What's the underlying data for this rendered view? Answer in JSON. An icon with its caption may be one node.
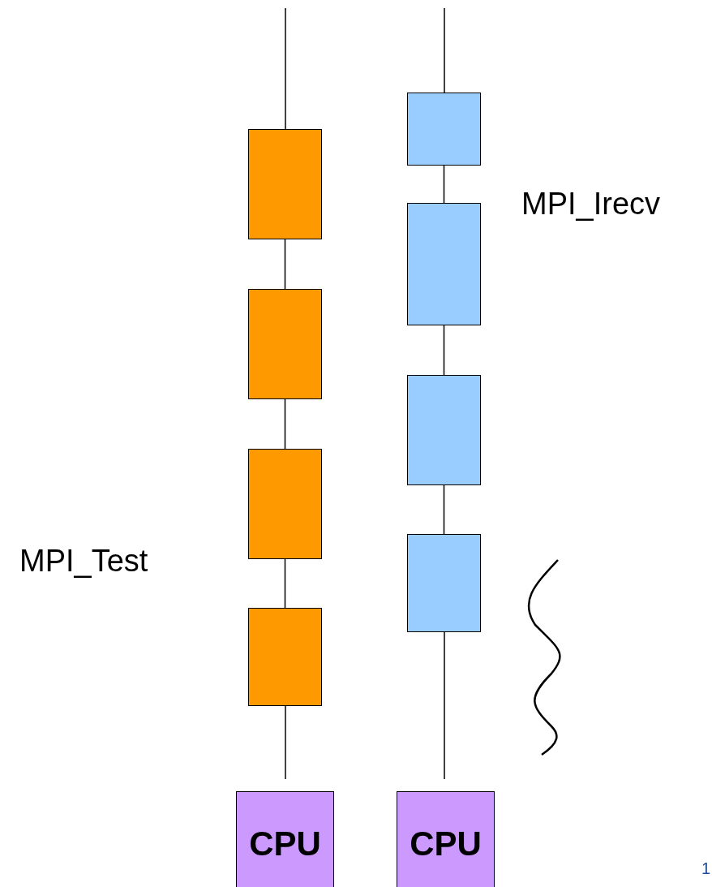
{
  "diagram": {
    "nodes": [
      {
        "text": [],
        "shape": "box"
      },
      {
        "text": [],
        "shape": "box"
      },
      {
        "text": [],
        "shape": "box"
      },
      {
        "text": [],
        "shape": "box"
      },
      {
        "text": [],
        "shape": "box"
      },
      {
        "text": [],
        "shape": "box"
      },
      {
        "text": [],
        "shape": "box"
      },
      {
        "text": [],
        "shape": "box"
      },
      {
        "text": [
          "CPU"
        ]
      },
      {
        "text": [
          "CPU"
        ]
      }
    ],
    "edges": [
      {
        "from": 0,
        "to": 1,
        "arrow": "none"
      },
      {
        "from": 1,
        "to": 2,
        "arrow": "none"
      },
      {
        "from": 2,
        "to": 3,
        "arrow": "none"
      },
      {
        "from": 4,
        "to": 5,
        "arrow": "none"
      },
      {
        "from": 5,
        "to": 6,
        "arrow": "none"
      },
      {
        "from": 6,
        "to": 7,
        "arrow": "none"
      }
    ],
    "labels": [
      "MPI_Irecv",
      "MPI_Test",
      "1"
    ]
  }
}
